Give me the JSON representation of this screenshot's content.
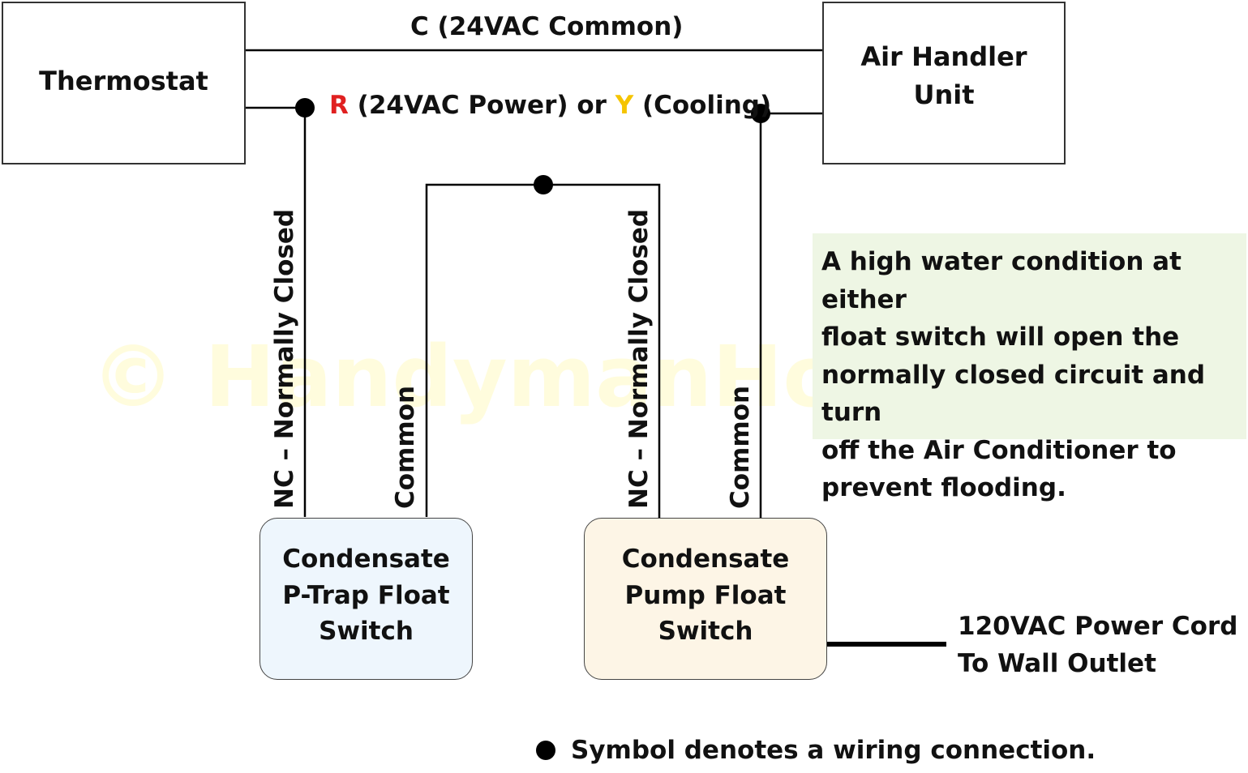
{
  "boxes": {
    "thermostat": "Thermostat",
    "air_handler_line1": "Air Handler",
    "air_handler_line2": "Unit",
    "ptrap_line1": "Condensate",
    "ptrap_line2": "P-Trap Float",
    "ptrap_line3": "Switch",
    "pump_line1": "Condensate",
    "pump_line2": "Pump Float",
    "pump_line3": "Switch"
  },
  "wires": {
    "common_label": "C (24VAC Common)",
    "r_letter": "R",
    "r_text": " (24VAC Power) or ",
    "y_letter": "Y",
    "y_text": " (Cooling)",
    "nc_label_1": "NC – Normally Closed",
    "common_vertical_1": "Common",
    "nc_label_2": "NC – Normally Closed",
    "common_vertical_2": "Common",
    "power_cord_line1": "120VAC Power Cord",
    "power_cord_line2": "To Wall Outlet"
  },
  "note": {
    "line1": "A high water condition at either",
    "line2": "float switch will open the",
    "line3": "normally closed circuit and turn",
    "line4": "off the Air Conditioner to",
    "line5": "prevent flooding."
  },
  "legend": {
    "text": "Symbol denotes a wiring connection."
  },
  "watermark": "© HandymanHowTo.com",
  "colors": {
    "r_letter": "#e02020",
    "y_letter": "#f5c400",
    "ptrap_fill": "#eef6fd",
    "pump_fill": "#fdf5e6",
    "note_fill": "#eef6e4",
    "line": "#000000"
  }
}
